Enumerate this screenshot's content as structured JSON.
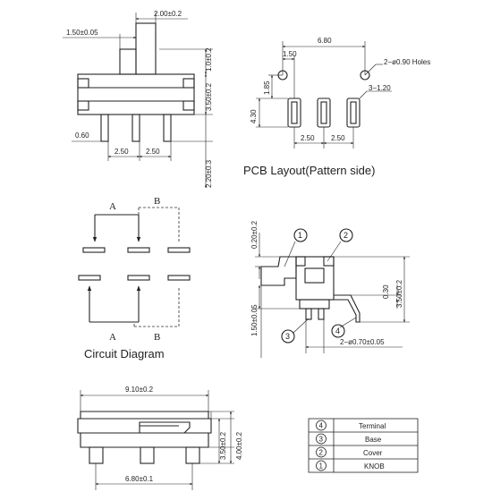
{
  "top_view": {
    "dims": {
      "width_200": "2.00±0.2",
      "width_150": "1.50±0.05",
      "height_10": "1.0±0.2",
      "height_350": "3.50±0.2",
      "lead_060": "0.60",
      "pitch_a": "2.50",
      "pitch_b": "2.50",
      "lead_len": "2.20±0.3"
    }
  },
  "pcb_layout": {
    "title": "PCB Layout(Pattern side)",
    "dims": {
      "total": "6.80",
      "offset": "1.50",
      "holes": "2−ø0.90 Holes",
      "vert": "1.85",
      "height": "4.30",
      "pads": "3−1.20",
      "pitch_a": "2.50",
      "pitch_b": "2.50"
    }
  },
  "circuit": {
    "title": "Circuit Diagram",
    "label_a_top": "A",
    "label_b_top": "B",
    "label_a_bottom": "A",
    "label_b_bottom": "B"
  },
  "side_view": {
    "dims": {
      "top": "0.20±0.2",
      "bottom": "1.50±0.05",
      "right_030": "0.30",
      "right_350": "3.50±0.2",
      "pins": "2−ø0.70±0.05"
    },
    "callouts": [
      "1",
      "2",
      "3",
      "4"
    ]
  },
  "front_view": {
    "dims": {
      "width": "9.10±0.2",
      "height_350": "3.50±0.2",
      "height_400": "4.00±0.2",
      "pitch": "6.80±0.1"
    }
  },
  "parts_table": [
    {
      "num": "4",
      "name": "Terminal"
    },
    {
      "num": "3",
      "name": "Base"
    },
    {
      "num": "2",
      "name": "Cover"
    },
    {
      "num": "1",
      "name": "KNOB"
    }
  ],
  "colors": {
    "line": "#222222",
    "dashed": "#666666"
  }
}
